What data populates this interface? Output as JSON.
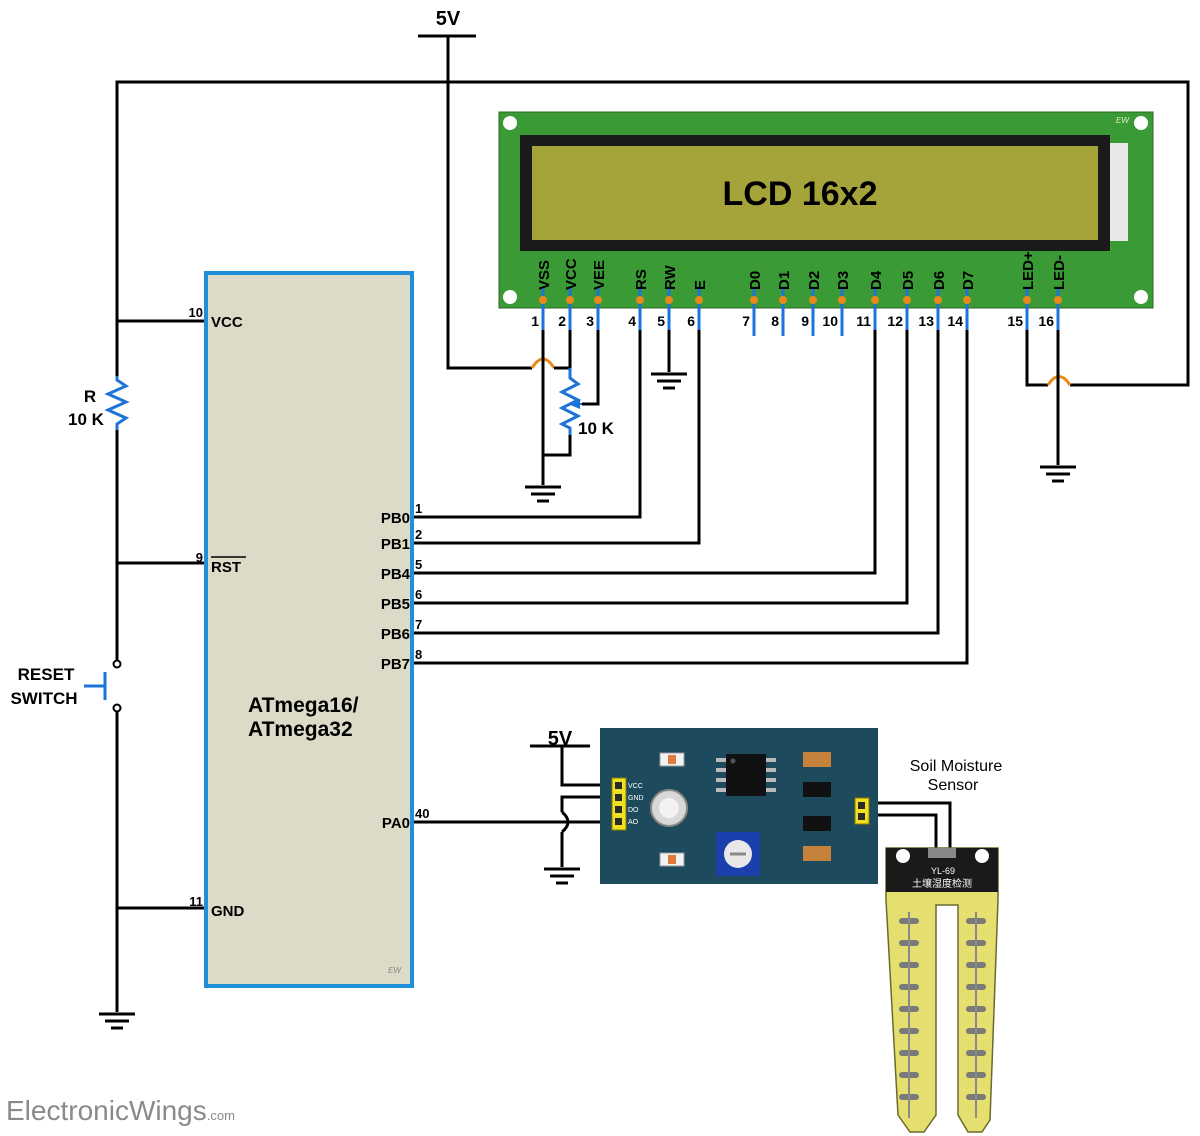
{
  "supply": {
    "top_5v": "5V",
    "sensor_5v": "5V"
  },
  "lcd": {
    "display_text": "LCD 16x2",
    "brand_mark": "EW",
    "pins": [
      {
        "name": "VSS",
        "num": "1"
      },
      {
        "name": "VCC",
        "num": "2"
      },
      {
        "name": "VEE",
        "num": "3"
      },
      {
        "name": "RS",
        "num": "4"
      },
      {
        "name": "RW",
        "num": "5"
      },
      {
        "name": "E",
        "num": "6"
      },
      {
        "name": "D0",
        "num": "7"
      },
      {
        "name": "D1",
        "num": "8"
      },
      {
        "name": "D2",
        "num": "9"
      },
      {
        "name": "D3",
        "num": "10"
      },
      {
        "name": "D4",
        "num": "11"
      },
      {
        "name": "D5",
        "num": "12"
      },
      {
        "name": "D6",
        "num": "13"
      },
      {
        "name": "D7",
        "num": "14"
      },
      {
        "name": "LED+",
        "num": "15"
      },
      {
        "name": "LED-",
        "num": "16"
      }
    ]
  },
  "pot": {
    "label": "10 K"
  },
  "resistor": {
    "name": "R",
    "value": "10 K"
  },
  "reset_switch": {
    "line1": "RESET",
    "line2": "SWITCH"
  },
  "mcu": {
    "name_line1": "ATmega16/",
    "name_line2": "ATmega32",
    "brand_mark": "EW",
    "left_pins": [
      {
        "name": "VCC",
        "num": "10"
      },
      {
        "name": "RST",
        "num": "9"
      },
      {
        "name": "GND",
        "num": "11"
      }
    ],
    "right_pins": [
      {
        "name": "PB0",
        "num": "1"
      },
      {
        "name": "PB1",
        "num": "2"
      },
      {
        "name": "PB4",
        "num": "5"
      },
      {
        "name": "PB5",
        "num": "6"
      },
      {
        "name": "PB6",
        "num": "7"
      },
      {
        "name": "PB7",
        "num": "8"
      },
      {
        "name": "PA0",
        "num": "40"
      }
    ]
  },
  "sensor_module": {
    "pins": [
      "VCC",
      "GND",
      "DO",
      "AO"
    ]
  },
  "probe": {
    "title_line1": "Soil Moisture",
    "title_line2": "Sensor",
    "model": "YL-69",
    "chinese_text": "土壤湿度检测"
  },
  "footer": {
    "brand": "ElectronicWings",
    "suffix": ".com"
  },
  "colors": {
    "lcd_board": "#3a9a35",
    "lcd_screen": "#a5a43a",
    "mcu_body": "#dcdbc8",
    "mcu_border": "#1e8fd8",
    "module_board": "#1e4a5e",
    "probe_body": "#e4df6e",
    "pin_blue": "#1e73d8",
    "jumper_orange": "#e88a1a"
  }
}
